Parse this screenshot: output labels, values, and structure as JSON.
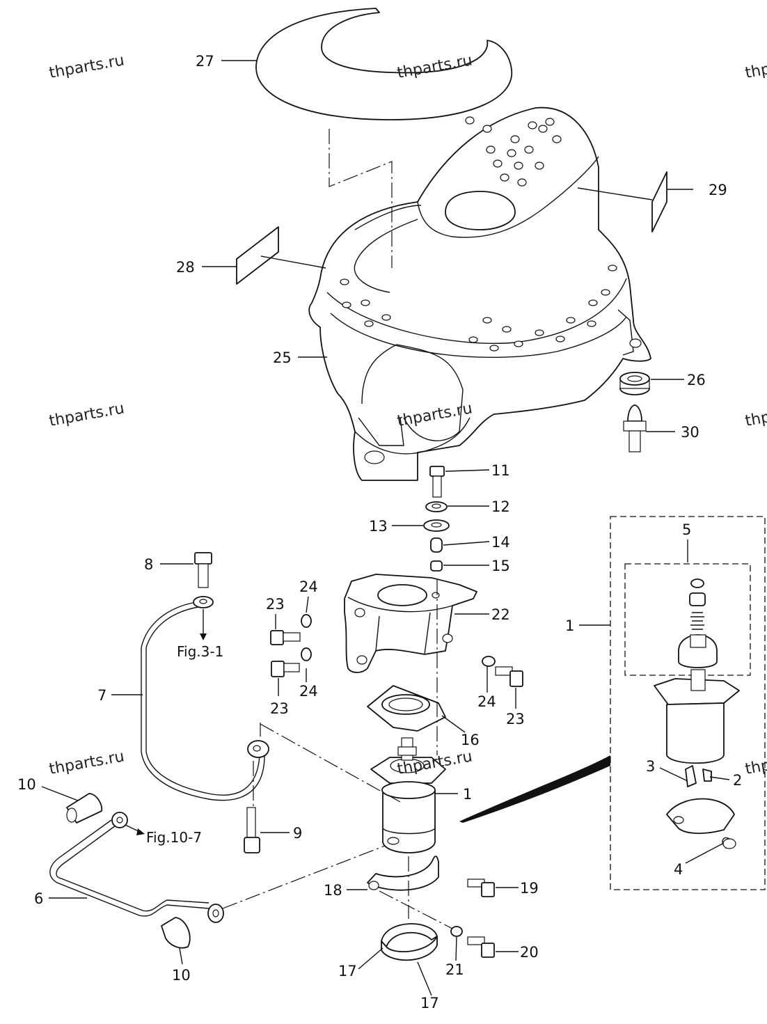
{
  "watermarks": [
    {
      "text": "thparts.ru"
    },
    {
      "text": "thparts.ru"
    },
    {
      "text": "thp"
    },
    {
      "text": "thparts.ru"
    },
    {
      "text": "thparts.ru"
    },
    {
      "text": "thp"
    },
    {
      "text": "thparts.ru"
    },
    {
      "text": "thparts.ru"
    },
    {
      "text": "thp"
    }
  ],
  "callouts": {
    "c27": "27",
    "c29": "29",
    "c28": "28",
    "c25": "25",
    "c26": "26",
    "c30": "30",
    "c11": "11",
    "c12": "12",
    "c13": "13",
    "c14": "14",
    "c15": "15",
    "c8": "8",
    "c24a": "24",
    "c23a": "23",
    "c22": "22",
    "c24b": "24",
    "c23b": "23",
    "c24c": "24",
    "c23c": "23",
    "c7": "7",
    "c16": "16",
    "c1a": "1",
    "c10a": "10",
    "c9": "9",
    "c6": "6",
    "c18": "18",
    "c19": "19",
    "c10b": "10",
    "c17a": "17",
    "c21": "21",
    "c20": "20",
    "c17b": "17",
    "c5": "5",
    "c1b": "1",
    "c3": "3",
    "c2": "2",
    "c4": "4"
  },
  "references": {
    "fig3_1": "Fig.3-1",
    "fig10_7": "Fig.10-7"
  }
}
